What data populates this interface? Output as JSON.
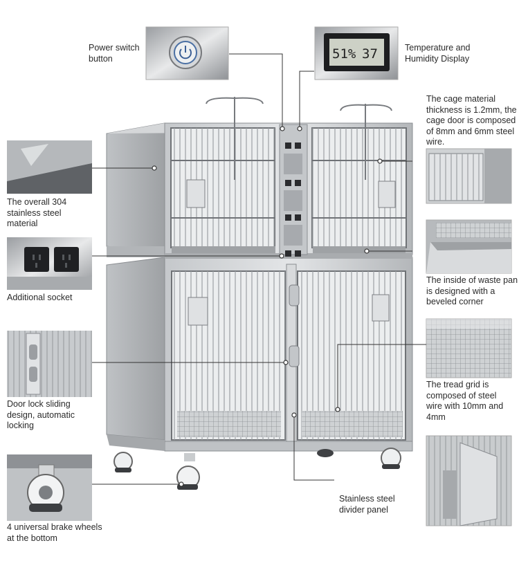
{
  "features": {
    "power_switch": "Power switch button",
    "temp_display": "Temperature and Humidity Display",
    "display_readout_humidity": "51%",
    "display_readout_temp": "37",
    "cage_material": "The cage material thickness is 1.2mm, the cage door is composed of 8mm and 6mm steel wire.",
    "stainless": "The overall 304 stainless steel material",
    "socket": "Additional socket",
    "waste_pan": "The inside of waste pan is designed with a beveled corner",
    "door_lock": "Door lock sliding design, automatic locking",
    "tread_grid": "The tread grid is composed of steel wire with 10mm and 4mm",
    "wheels": "4 universal brake wheels at the bottom",
    "divider": "Stainless steel divider panel"
  },
  "colors": {
    "steel_light": "#d8dadc",
    "steel_mid": "#b9bcbf",
    "steel_dark": "#8d9094",
    "leader": "#333333"
  }
}
